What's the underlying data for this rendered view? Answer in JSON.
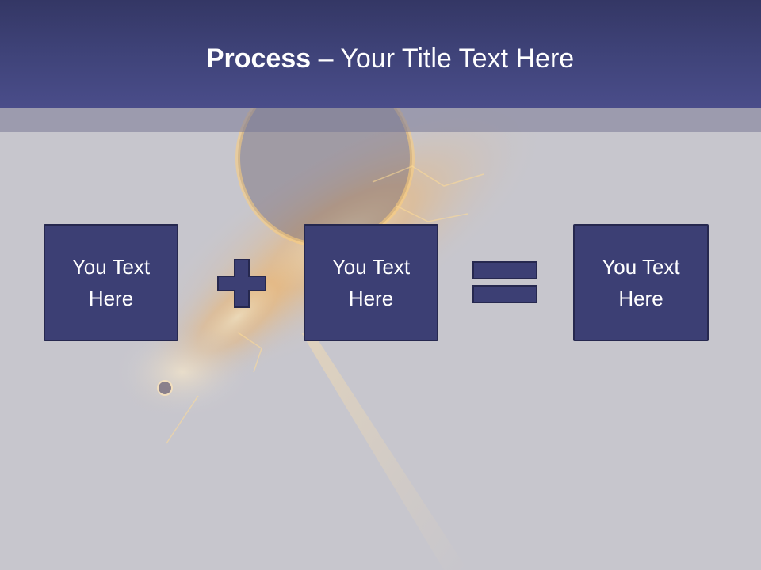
{
  "slide": {
    "title_strong": "Process",
    "title_rest": " – Your Title Text Here"
  },
  "boxes": [
    {
      "line1": "You Text",
      "line2": "Here"
    },
    {
      "line1": "You Text",
      "line2": "Here"
    },
    {
      "line1": "You Text",
      "line2": "Here"
    }
  ],
  "operators": [
    "plus-icon",
    "equals-icon"
  ],
  "colors": {
    "title_bar": "#3f4379",
    "box_fill": "#3c3f74",
    "box_border": "#26284f",
    "background": "#c7c6cd",
    "text": "#ffffff"
  }
}
